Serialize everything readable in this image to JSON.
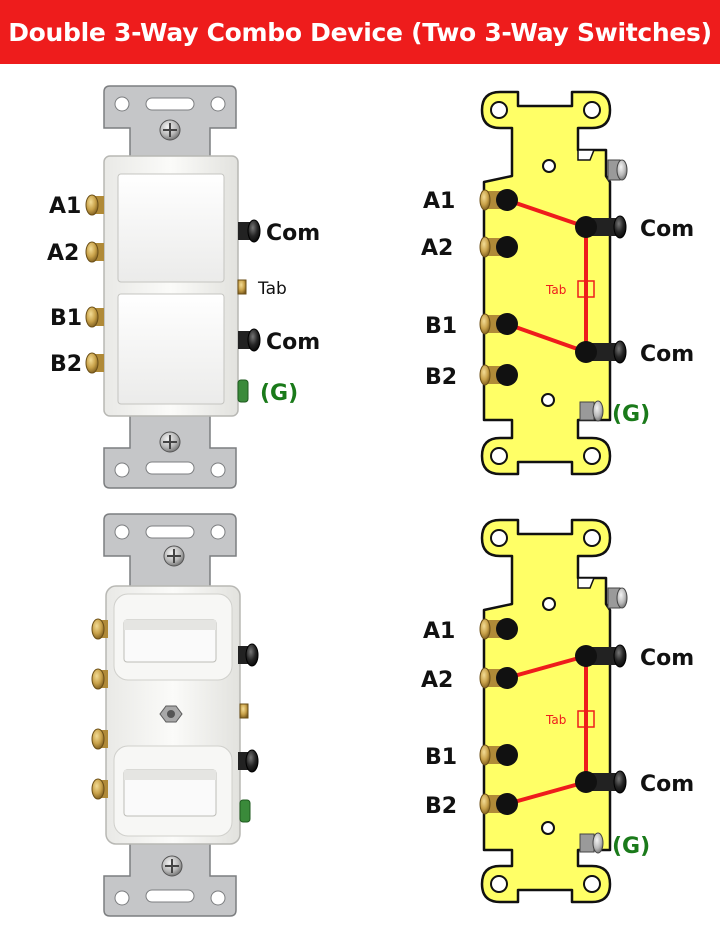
{
  "title": "Double 3-Way Combo Device (Two 3-Way Switches)",
  "labels": {
    "a1": "A1",
    "a2": "A2",
    "b1": "B1",
    "b2": "B2",
    "com": "Com",
    "tab": "Tab",
    "ground": "(G)"
  },
  "diagrams": [
    {
      "position": "top-right",
      "wiring": [
        "A1-Com",
        "B1-Com"
      ]
    },
    {
      "position": "bottom-right",
      "wiring": [
        "A2-Com",
        "B2-Com"
      ]
    }
  ],
  "colors": {
    "title_bg": "#ee1c1c",
    "title_text": "#ffffff",
    "strap_yellow": "#ffff66",
    "wire_red": "#ee1c1c",
    "ground_green": "#1a7a1a",
    "brass": "#c9a24a",
    "terminal_black": "#111111"
  }
}
